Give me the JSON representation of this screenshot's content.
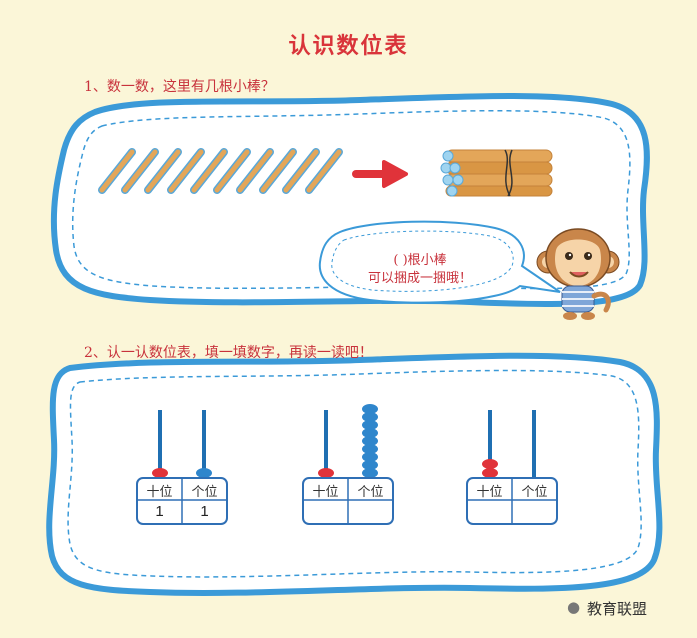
{
  "title": "认识数位表",
  "question1": "1、数一数，这里有几根小棒？",
  "bubble": {
    "line1": "(   )根小棒",
    "line2": "可以捆成一捆哦！"
  },
  "question2": "2、认一认数位表，填一填数字，再读一读吧！",
  "abacus_tables": [
    {
      "header_tens": "十位",
      "header_ones": "个位",
      "tens_value": "1",
      "ones_value": "1",
      "tens_beads": 1,
      "ones_beads": 1
    },
    {
      "header_tens": "十位",
      "header_ones": "个位",
      "tens_value": "",
      "ones_value": "",
      "tens_beads": 1,
      "ones_beads": 9
    },
    {
      "header_tens": "十位",
      "header_ones": "个位",
      "tens_value": "",
      "ones_value": "",
      "tens_beads": 2,
      "ones_beads": 0
    }
  ],
  "sticks_count": 10,
  "watermark": "教育联盟",
  "colors": {
    "accent_red": "#d9343a",
    "frame_blue": "#3b9ad8",
    "bead_red": "#e0333a",
    "bead_blue": "#2f86cc",
    "rod": "#1f6fb2"
  }
}
